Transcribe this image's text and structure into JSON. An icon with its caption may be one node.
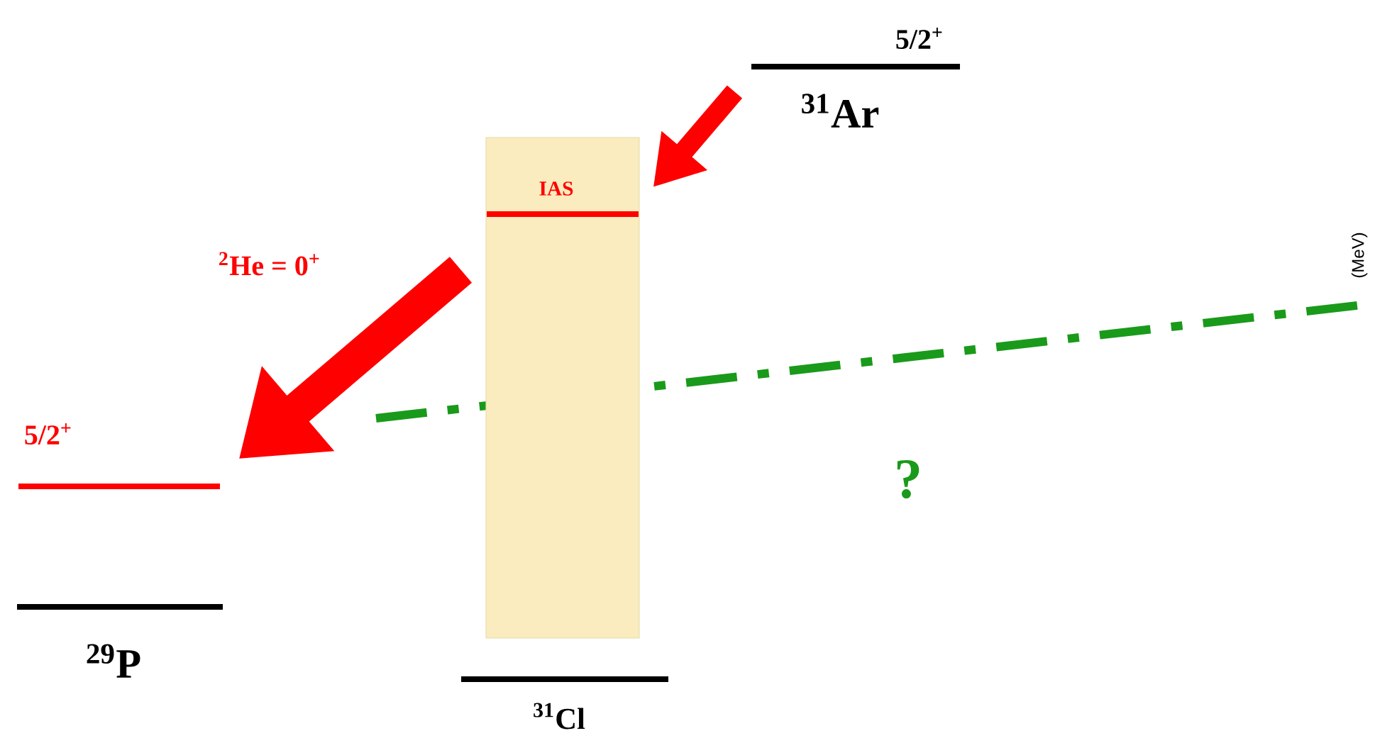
{
  "diagram": {
    "nodes": [
      {
        "text": [
          "5/2$^{+}$",
          "$^{31}$Ar"
        ]
      },
      {
        "text": [],
        "shape": "box"
      },
      {
        "text": [
          "IAS"
        ],
        "in": 1
      },
      {
        "text": [
          "$^{31}$Cl"
        ]
      },
      {
        "text": [
          "5/2$^{+}$"
        ]
      },
      {
        "text": [
          "$^{29}$P"
        ]
      }
    ],
    "edges": [
      {
        "from": 0,
        "to": 2,
        "arrow": "to"
      },
      {
        "from": 2,
        "to": 4,
        "arrow": "to",
        "label": "$^{2}$He = 0$^{+}$"
      }
    ],
    "labels": [
      "?",
      "(MeV)"
    ]
  }
}
